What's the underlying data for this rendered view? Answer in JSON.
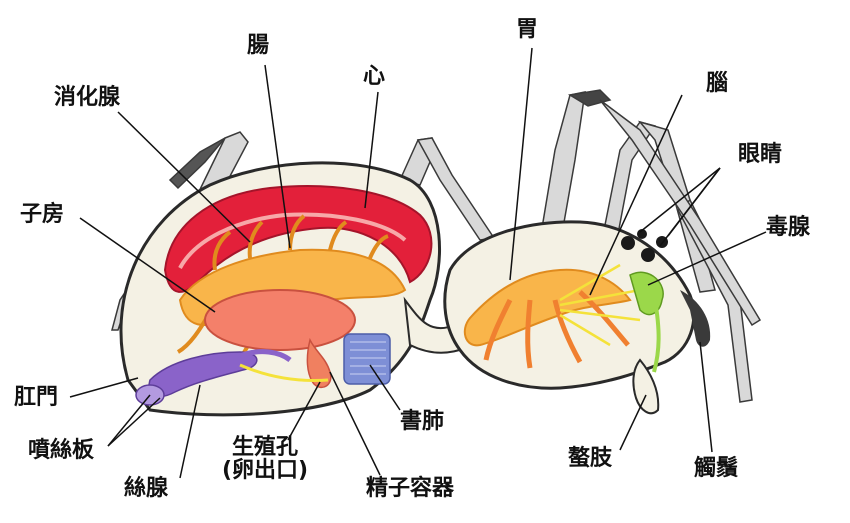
{
  "labels": {
    "intestine": "腸",
    "heart": "心",
    "stomach": "胃",
    "digestive_gland": "消化腺",
    "brain": "腦",
    "eyes": "眼睛",
    "ovary": "子房",
    "venom_gland": "毒腺",
    "anus": "肛門",
    "spinnerets": "噴絲板",
    "silk_gland": "絲腺",
    "genital_pore": "生殖孔",
    "genital_pore_note": "(卵出口)",
    "book_lung": "書肺",
    "sperm_receptacle": "精子容器",
    "chelicera": "螯肢",
    "pedipalp": "觸鬚"
  },
  "colors": {
    "heart": "#e3203a",
    "intestine": "#f9b54a",
    "ovary": "#f4806a",
    "silk_gland": "#8a63c9",
    "book_lung": "#7e8fd6",
    "venom_gland": "#9bd84a",
    "nerve": "#f4e23a",
    "body_fill": "#f4f1e4",
    "leg": "#cfcfcf"
  }
}
